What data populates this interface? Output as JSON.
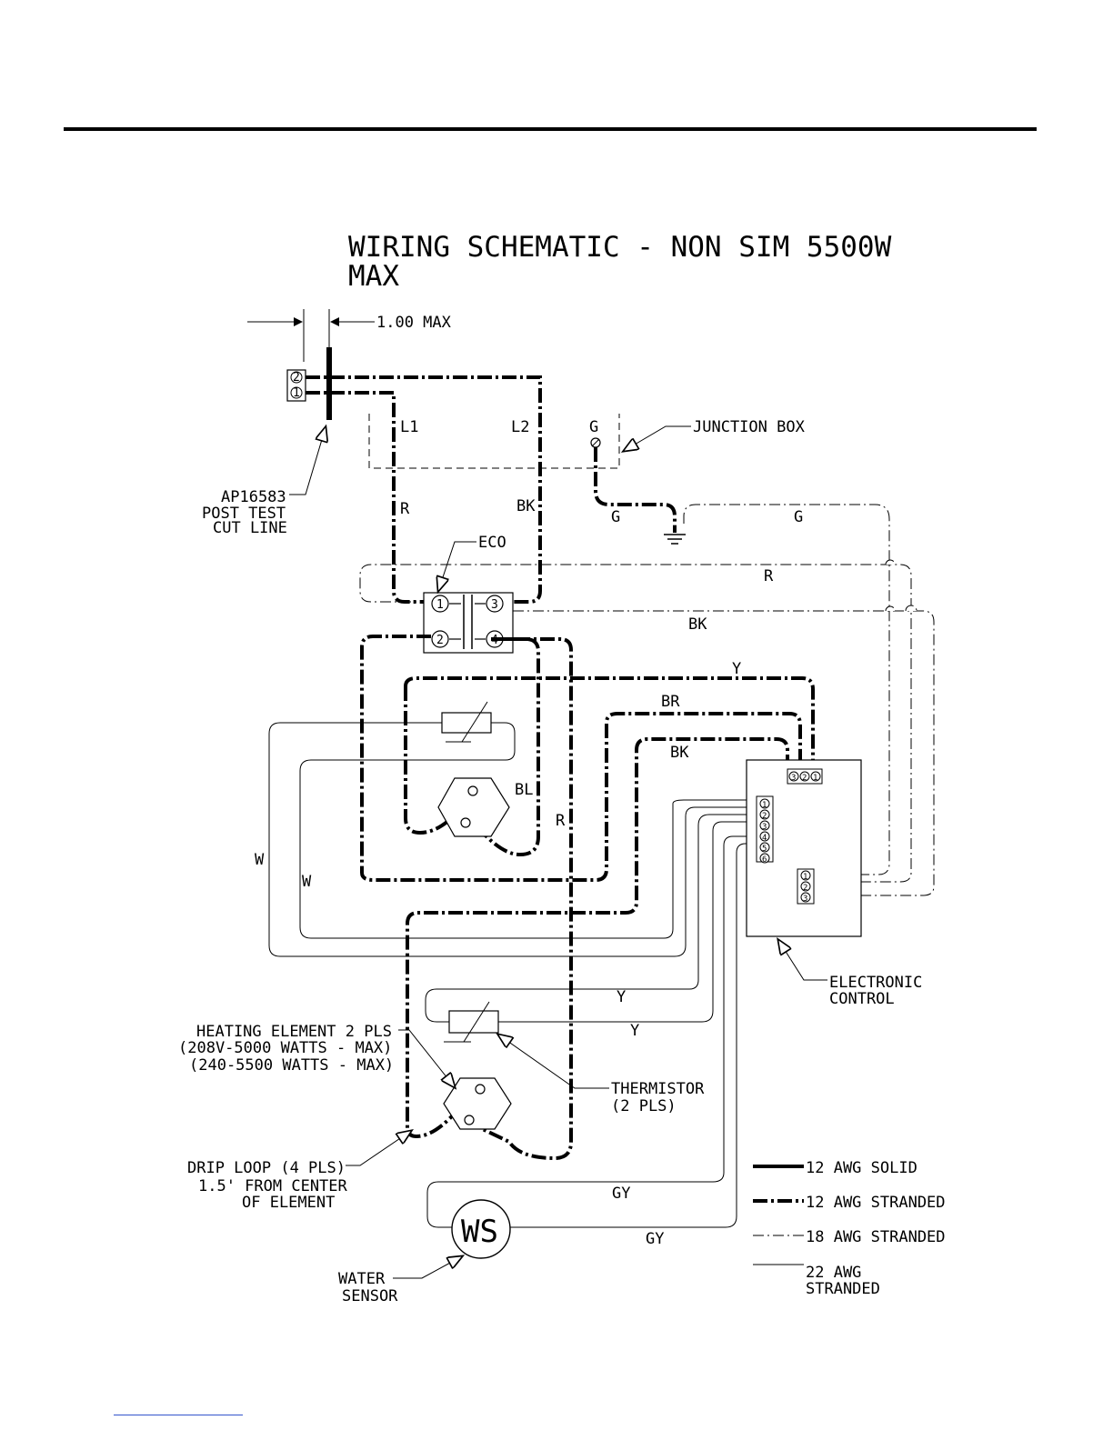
{
  "title": {
    "line1": "WIRING SCHEMATIC - NON SIM 5500W",
    "line2": "MAX"
  },
  "dimension": {
    "label": "1.00 MAX"
  },
  "callouts": {
    "cut_line": [
      "AP16583",
      "POST TEST",
      "CUT LINE"
    ],
    "junction_box": "JUNCTION BOX",
    "eco": "ECO",
    "electronic_control": [
      "ELECTRONIC",
      "CONTROL"
    ],
    "heating_element": [
      "HEATING ELEMENT 2 PLS",
      "(208V-5000 WATTS - MAX)",
      "(240-5500 WATTS - MAX)"
    ],
    "thermistor": [
      "THERMISTOR",
      "(2 PLS)"
    ],
    "drip_loop": [
      "DRIP LOOP (4 PLS)",
      "1.5' FROM CENTER",
      "OF ELEMENT"
    ],
    "water_sensor": [
      "WATER",
      "SENSOR"
    ],
    "ws": "WS"
  },
  "wire_labels": {
    "l1": "L1",
    "l2": "L2",
    "g_top": "G",
    "r_left": "R",
    "bk_left": "BK",
    "g_low": "G",
    "g_right": "G",
    "r_mid": "R",
    "bk_mid": "BK",
    "y_top": "Y",
    "br": "BR",
    "bk_lower": "BK",
    "bl": "BL",
    "r_right": "R",
    "w_outer": "W",
    "w_inner": "W",
    "y_low1": "Y",
    "y_low2": "Y",
    "gy1": "GY",
    "gy2": "GY"
  },
  "terminals": {
    "eco": [
      "1",
      "3",
      "2",
      "4"
    ],
    "supply": [
      "2",
      "1"
    ],
    "control_top": [
      "3",
      "2",
      "1"
    ],
    "control_left": [
      "1",
      "2",
      "3",
      "4",
      "5",
      "6"
    ],
    "control_right": [
      "1",
      "2",
      "3"
    ]
  },
  "legend": [
    {
      "label": "12 AWG SOLID",
      "style": "solid-heavy"
    },
    {
      "label": "12 AWG STRANDED",
      "style": "dash-dot-heavy"
    },
    {
      "label": "18 AWG STRANDED",
      "style": "dash-dot-light"
    },
    {
      "label": "22 AWG",
      "label2": "STRANDED",
      "style": "solid-light"
    }
  ]
}
